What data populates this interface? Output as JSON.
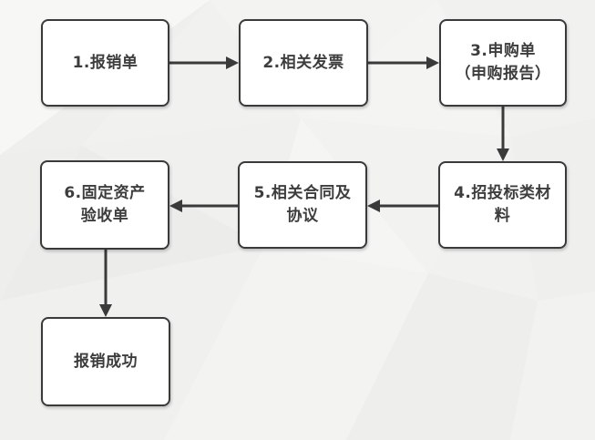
{
  "diagram": {
    "type": "flowchart",
    "nodes": [
      {
        "id": "1",
        "label": "1.报销单"
      },
      {
        "id": "2",
        "label": "2.相关发票"
      },
      {
        "id": "3",
        "label": "3.申购单\n（申购报告）"
      },
      {
        "id": "4",
        "label": "4.招投标类材\n料"
      },
      {
        "id": "5",
        "label": "5.相关合同及\n协议"
      },
      {
        "id": "6",
        "label": "6.固定资产\n验收单"
      },
      {
        "id": "success",
        "label": "报销成功"
      }
    ],
    "edges": [
      {
        "from": "1",
        "to": "2"
      },
      {
        "from": "2",
        "to": "3"
      },
      {
        "from": "3",
        "to": "4"
      },
      {
        "from": "4",
        "to": "5"
      },
      {
        "from": "5",
        "to": "6"
      },
      {
        "from": "6",
        "to": "success"
      }
    ],
    "colors": {
      "background": "#efefee",
      "node_fill": "#ffffff",
      "node_border": "#3a3a3a",
      "text": "#3d3d3d",
      "arrow": "#3a3a3a"
    }
  }
}
